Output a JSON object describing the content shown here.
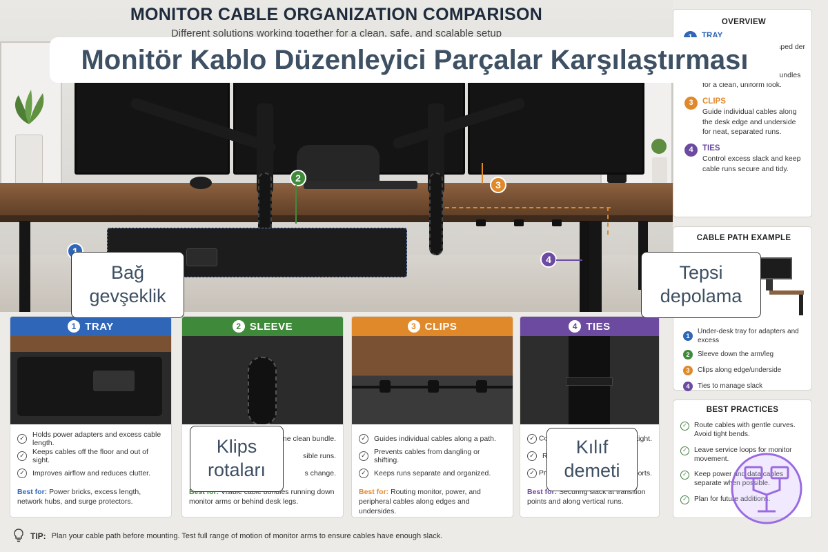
{
  "header": {
    "title": "MONITOR CABLE ORGANIZATION COMPARISON",
    "subtitle": "Different solutions working together for a clean, safe, and scalable setup"
  },
  "overlay_title": "Monitör Kablo Düzenleyici Parçalar Karşılaştırması",
  "overlay_labels": {
    "bag": "Bağ gevşeklik",
    "tepsi": "Tepsi depolama",
    "klips": "Klips rotaları",
    "kilif": "Kılıf demeti"
  },
  "scene_markers": [
    "1",
    "2",
    "3",
    "4"
  ],
  "cards": [
    {
      "num": "1",
      "name": "TRAY",
      "color": "#2f66b8",
      "bullets": [
        "Holds power adapters and excess cable length.",
        "Keeps cables off the floor and out of sight.",
        "Improves airflow and reduces clutter."
      ],
      "best_label": "Best for:",
      "best_text": "Power bricks, excess length, network hubs, and surge protectors."
    },
    {
      "num": "2",
      "name": "SLEEVE",
      "color": "#3f8a3a",
      "bullets": [
        "one clean bundle.",
        "sible runs.",
        "s change."
      ],
      "best_label": "Best for:",
      "best_text": "Visible cable bundles running down monitor arms or behind desk legs."
    },
    {
      "num": "3",
      "name": "CLIPS",
      "color": "#e0892a",
      "bullets": [
        "Guides individual cables along a path.",
        "Prevents cables from dangling or shifting.",
        "Keeps runs separate and organized."
      ],
      "best_label": "Best for:",
      "best_text": "Routing monitor, power, and peripheral cables along edges and undersides."
    },
    {
      "num": "4",
      "name": "TIES",
      "color": "#6b4aa0",
      "bullets": [
        "Co",
        "Re",
        "Pro"
      ],
      "bullet_tails": [
        "tight.",
        "",
        "ports."
      ],
      "best_label": "Best for:",
      "best_text": "Securing slack at transition points and along vertical runs."
    }
  ],
  "overview": {
    "title": "OVERVIEW",
    "items": [
      {
        "num": "1",
        "name": "TRAY",
        "color": "#2f66b8",
        "text": "aped der"
      },
      {
        "num": "2",
        "name": "SLEEVE",
        "color": "#3f8a3a",
        "text": "Encloses visible cable bundles for a clean, uniform look."
      },
      {
        "num": "3",
        "name": "CLIPS",
        "color": "#e0892a",
        "text": "Guide individual cables along the desk edge and underside for neat, separated runs."
      },
      {
        "num": "4",
        "name": "TIES",
        "color": "#6b4aa0",
        "text": "Control excess slack and keep cable runs secure and tidy."
      }
    ]
  },
  "cable_path": {
    "title": "CABLE PATH EXAMPLE",
    "steps": [
      {
        "num": "1",
        "color": "#2f66b8",
        "text": "Under-desk tray for adapters and excess"
      },
      {
        "num": "2",
        "color": "#3f8a3a",
        "text": "Sleeve down the arm/leg"
      },
      {
        "num": "3",
        "color": "#e0892a",
        "text": "Clips along edge/underside"
      },
      {
        "num": "4",
        "color": "#6b4aa0",
        "text": "Ties to manage slack"
      }
    ]
  },
  "best_practices": {
    "title": "BEST PRACTICES",
    "items": [
      "Route cables with gentle curves. Avoid tight bends.",
      "Leave service loops for monitor movement.",
      "Keep power and data cables separate when possible.",
      "Plan for future additions."
    ]
  },
  "tip": {
    "label": "TIP:",
    "text": "Plan your cable path before mounting. Test full range of motion of monitor arms to ensure cables have enough slack."
  }
}
